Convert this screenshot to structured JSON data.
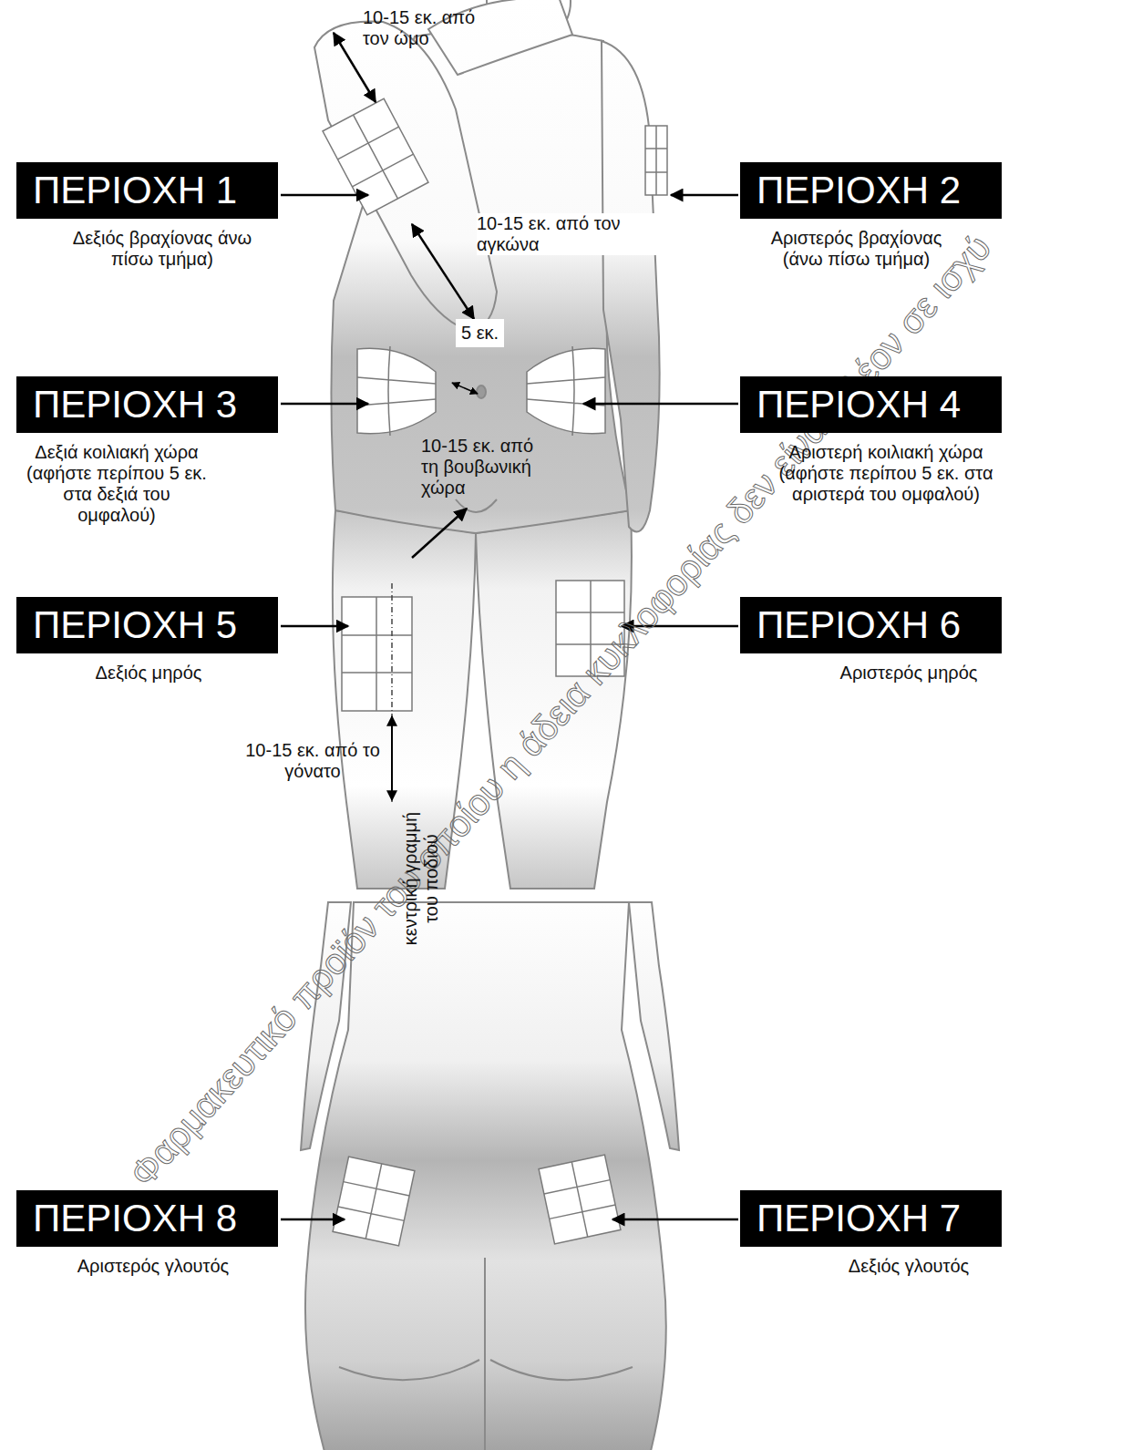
{
  "diagram": {
    "nodes": [
      {
        "text": [
          "ΠΕΡΙΟΧΗ 1",
          "Δεξιός βραχίονας άνω πίσω τμήμα)"
        ]
      },
      {
        "text": [
          "ΠΕΡΙΟΧΗ 2",
          "Αριστερός βραχίονας (άνω πίσω τμήμα)"
        ]
      },
      {
        "text": [
          "ΠΕΡΙΟΧΗ 3",
          "Δεξιά κοιλιακή χώρα (αφήστε περίπου 5 εκ. στα δεξιά του ομφαλού)"
        ]
      },
      {
        "text": [
          "ΠΕΡΙΟΧΗ 4",
          "Αριστερή κοιλιακή χώρα (αφήστε περίπου 5 εκ. στα αριστερά του ομφαλού)"
        ]
      },
      {
        "text": [
          "ΠΕΡΙΟΧΗ 5",
          "Δεξιός μηρός"
        ]
      },
      {
        "text": [
          "ΠΕΡΙΟΧΗ 6",
          "Αριστερός μηρός"
        ]
      },
      {
        "text": [
          "ΠΕΡΙΟΧΗ 8",
          "Αριστερός γλουτός"
        ]
      },
      {
        "text": [
          "ΠΕΡΙΟΧΗ 7",
          "Δεξιός γλουτός"
        ]
      }
    ],
    "labels": [
      "10-15 εκ. από τον ώμο",
      "10-15 εκ. από τον αγκώνα",
      "5 εκ.",
      "10-15 εκ. από τη βουβωνική χώρα",
      "10-15 εκ. από το γόνατο",
      "κεντρική γραμμή του ποδιού",
      "Φαρμακευτικό προϊόν του οποίου η άδεια κυκλοφορίας δεν είναι πλέον σε ισχύ"
    ]
  }
}
